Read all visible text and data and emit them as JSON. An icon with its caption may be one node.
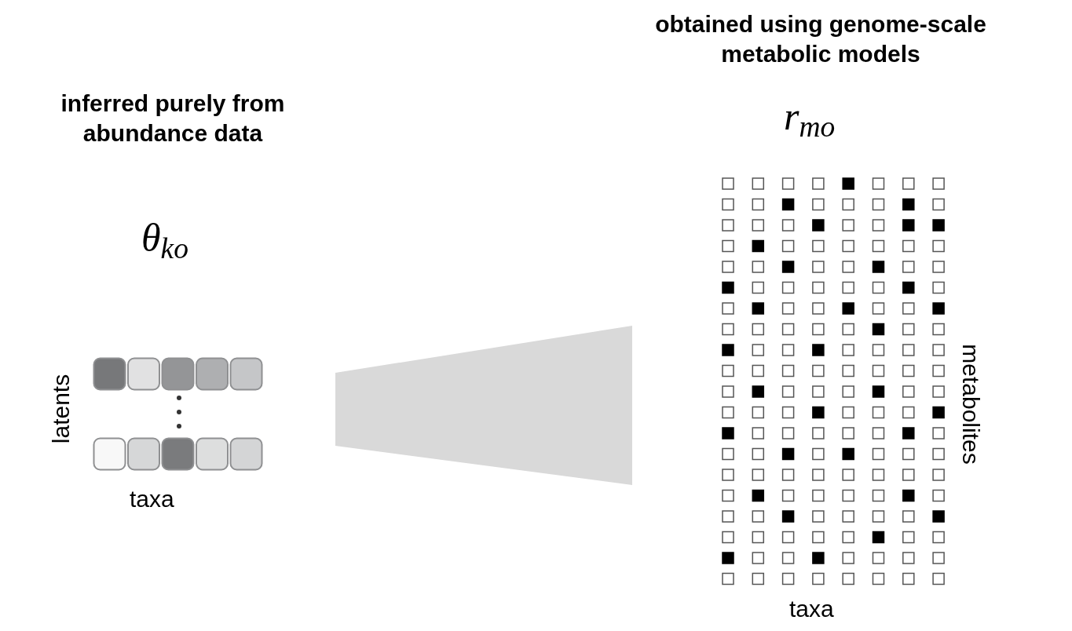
{
  "diagram": {
    "nodes": [
      {
        "text": [
          "inferred purely from abundance data",
          "θ$_{ko}$"
        ],
        "beside": [
          "latents",
          "taxa"
        ]
      },
      {
        "text": [
          "obtained using genome-scale metabolic models",
          "r$_{mo}$",
          "metabolites"
        ],
        "beside": [
          "taxa"
        ]
      }
    ],
    "edges": [
      {
        "from": 0,
        "to": 1,
        "arrow": "none"
      }
    ]
  }
}
